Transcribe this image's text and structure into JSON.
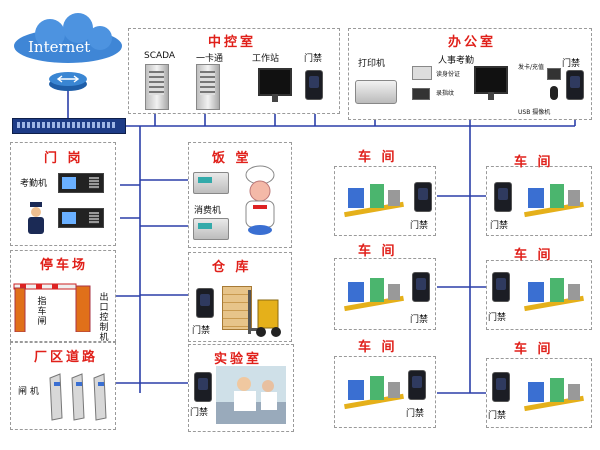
{
  "internet": {
    "label": "Internet"
  },
  "control_room": {
    "title": "中控室",
    "scada": "SCADA",
    "card": "一卡通",
    "workstation": "工作站",
    "door": "门禁"
  },
  "office": {
    "title": "办公室",
    "printer": "打印机",
    "attendance": "人事考勤",
    "id_reader": "读身份证",
    "finger": "录指纹",
    "card_issue": "发卡/充值",
    "usb_cam": "USB 摄像机",
    "door": "门禁"
  },
  "gate": {
    "title": "门  岗",
    "attendance": "考勤机"
  },
  "canteen": {
    "title": "饭  堂",
    "pos": "消费机"
  },
  "parking": {
    "title": "停车场",
    "barrier": "指车闸",
    "exit": "出口控制机"
  },
  "warehouse": {
    "title": "仓  库",
    "door": "门禁"
  },
  "road": {
    "title": "厂区道路",
    "gate": "闸  机"
  },
  "lab": {
    "title": "实验室",
    "door": "门禁"
  },
  "workshops": [
    {
      "title": "车  间",
      "door": "门禁"
    },
    {
      "title": "车  间",
      "door": "门禁"
    },
    {
      "title": "车  间",
      "door": "门禁"
    },
    {
      "title": "车  间",
      "door": "门禁"
    },
    {
      "title": "车  间",
      "door": "门禁"
    },
    {
      "title": "车  间",
      "door": "门禁"
    }
  ],
  "colors": {
    "link": "#2b3fa8",
    "title": "#e0201a",
    "cloud": "#3f86d6",
    "switch": "#1d3b86"
  }
}
